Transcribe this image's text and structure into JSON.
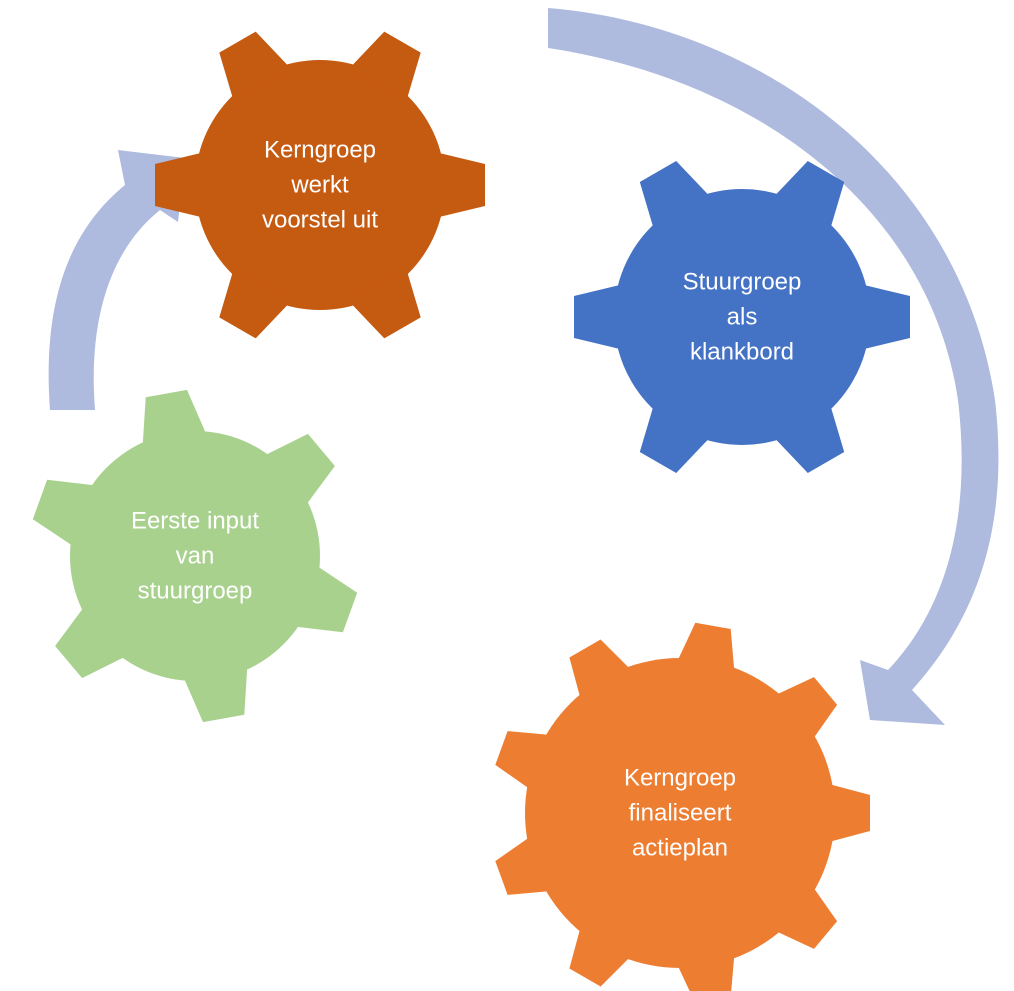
{
  "colors": {
    "arrow": "#aebade",
    "gear_dark_orange": "#c55a11",
    "gear_blue": "#4472c4",
    "gear_green": "#a9d18e",
    "gear_orange": "#ed7d31",
    "label_text": "#ffffff"
  },
  "gears": [
    {
      "id": "kerngroep-werkt",
      "lines": [
        "Kerngroep",
        "werkt",
        "voorstel uit"
      ],
      "color_key": "gear_dark_orange"
    },
    {
      "id": "stuurgroep-klankbord",
      "lines": [
        "Stuurgroep",
        "als",
        "klankbord"
      ],
      "color_key": "gear_blue"
    },
    {
      "id": "eerste-input",
      "lines": [
        "Eerste input",
        "van",
        "stuurgroep"
      ],
      "color_key": "gear_green"
    },
    {
      "id": "kerngroep-finaliseert",
      "lines": [
        "Kerngroep",
        "finaliseert",
        "actieplan"
      ],
      "color_key": "gear_orange"
    }
  ]
}
